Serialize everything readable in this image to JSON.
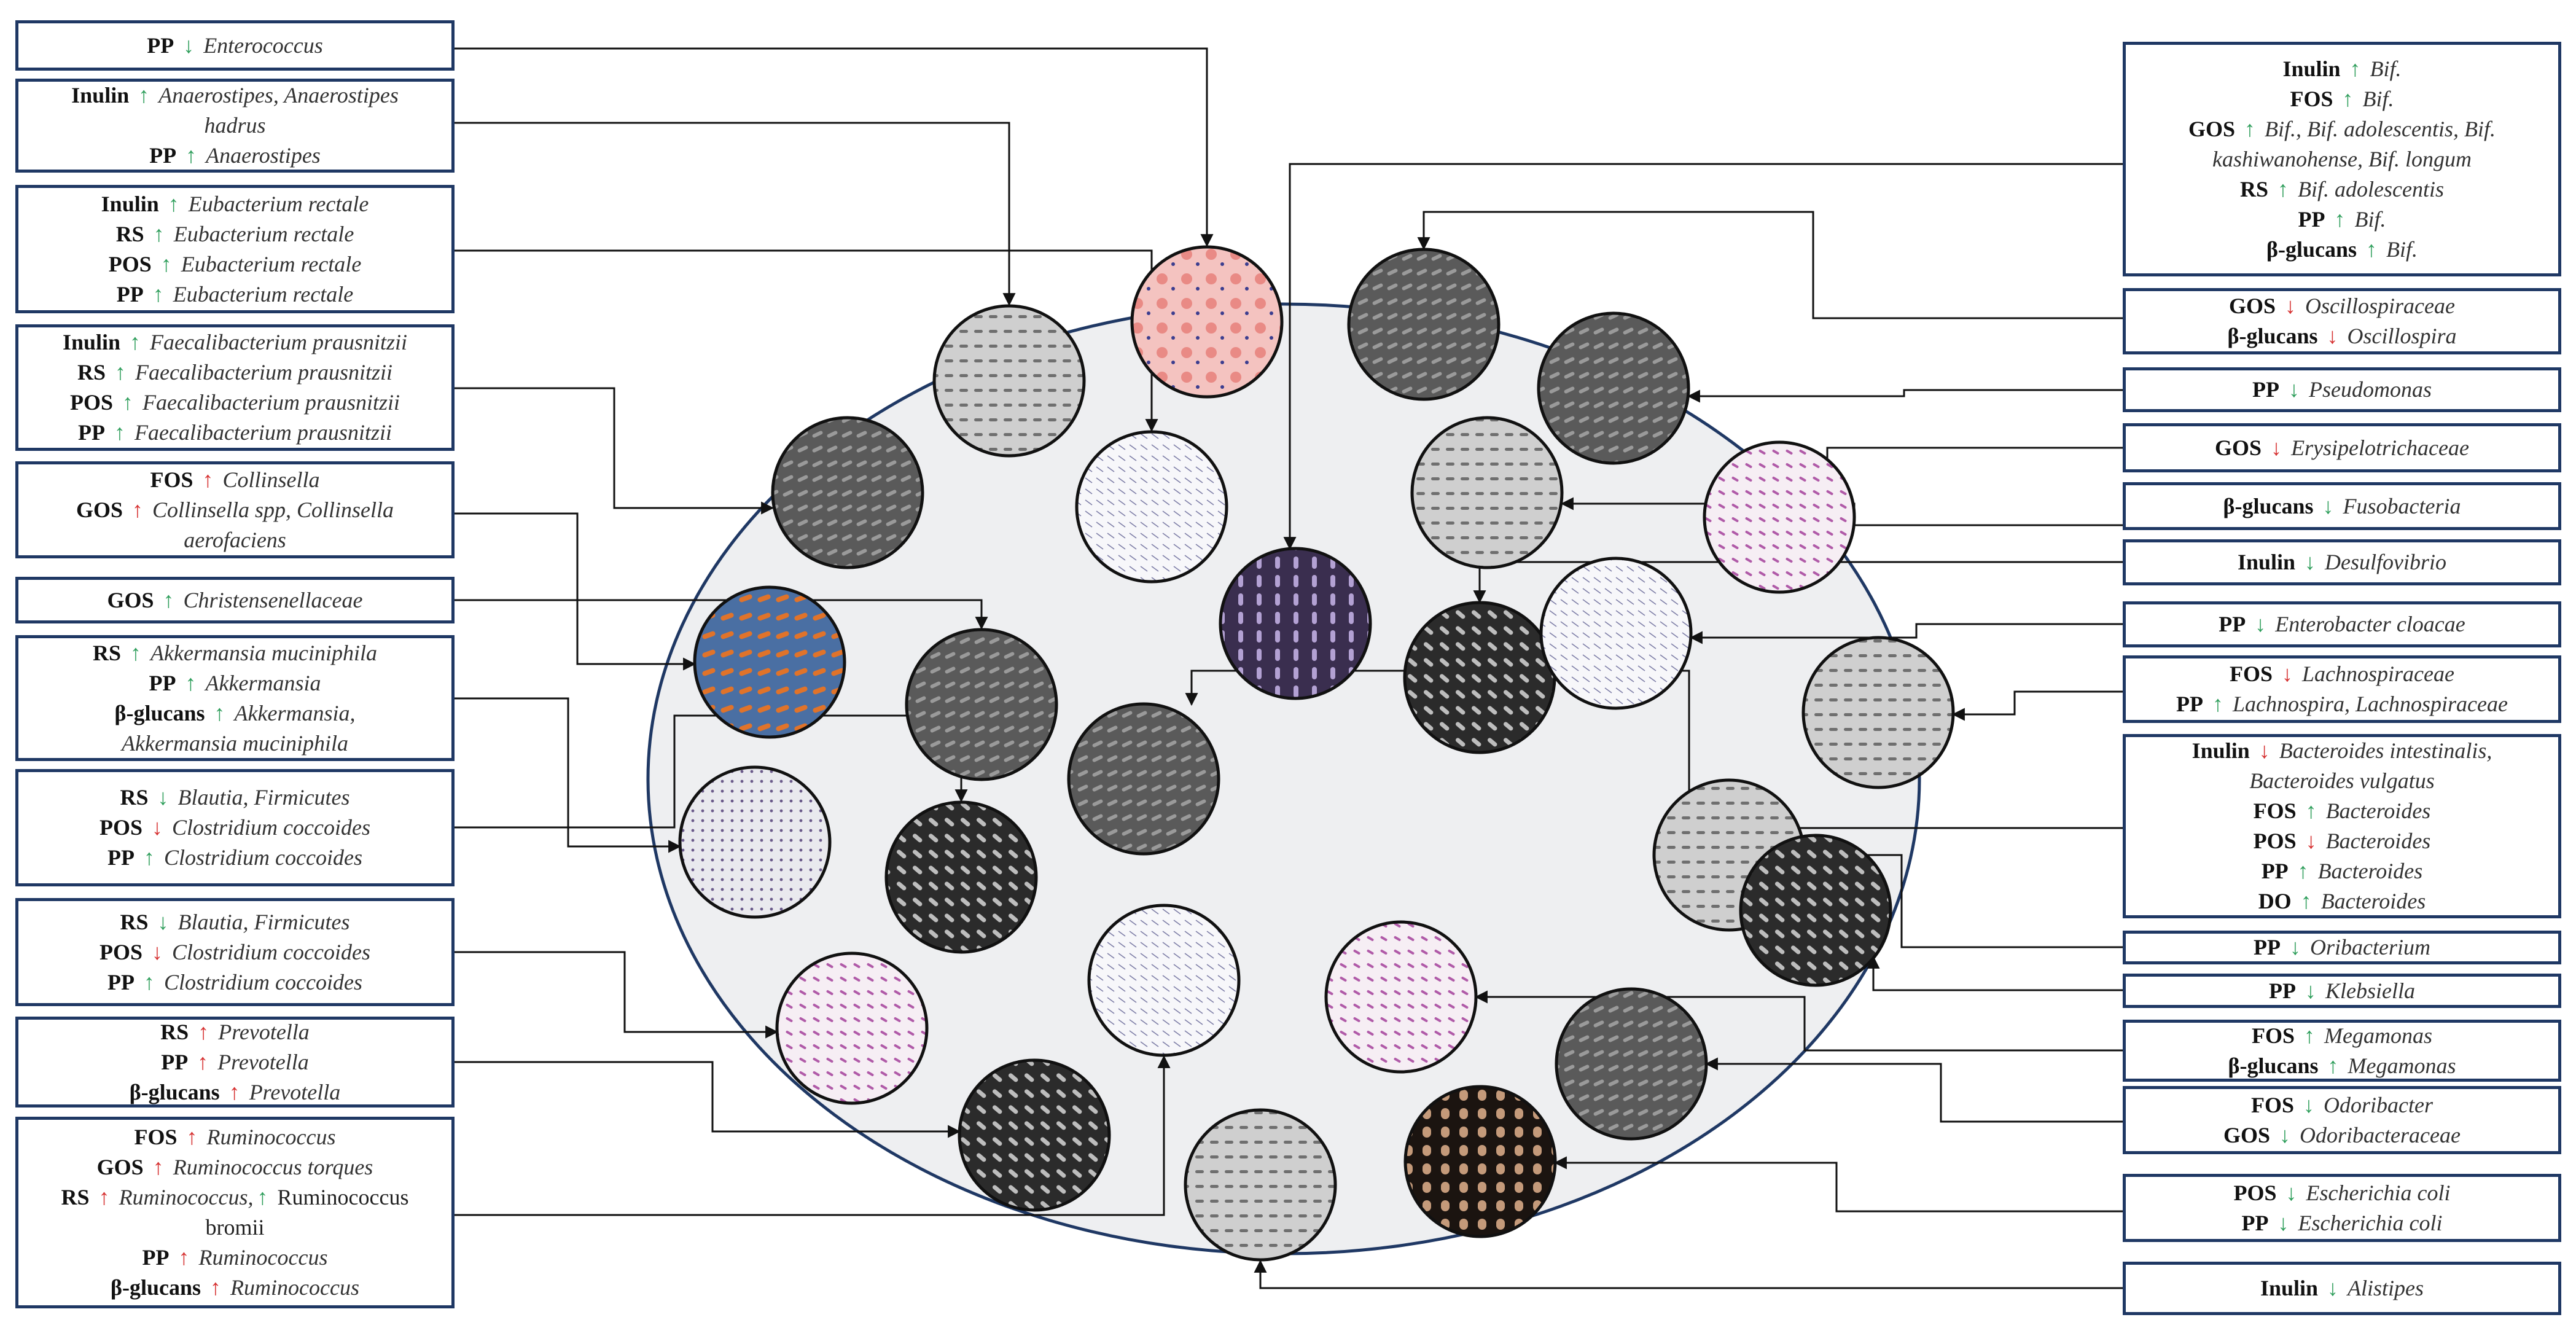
{
  "diagram": {
    "nodes": [
      {
        "id": "L1",
        "lines": [
          [
            {
              "b": "PP"
            },
            {
              "a": "down-green"
            },
            {
              "i": "Enterococcus"
            }
          ]
        ]
      },
      {
        "id": "L2",
        "lines": [
          [
            {
              "b": "Inulin"
            },
            {
              "a": "up-green"
            },
            {
              "i": "Anaerostipes, Anaerostipes"
            }
          ],
          [
            {
              "i": "hadrus"
            }
          ],
          [
            {
              "b": "PP"
            },
            {
              "a": "up-green"
            },
            {
              "i": "Anaerostipes"
            }
          ]
        ]
      },
      {
        "id": "L3",
        "lines": [
          [
            {
              "b": "Inulin"
            },
            {
              "a": "up-green"
            },
            {
              "i": "Eubacterium rectale"
            }
          ],
          [
            {
              "b": "RS"
            },
            {
              "a": "up-green"
            },
            {
              "i": "Eubacterium rectale"
            }
          ],
          [
            {
              "b": "POS"
            },
            {
              "a": "up-green"
            },
            {
              "i": "Eubacterium rectale"
            }
          ],
          [
            {
              "b": "PP"
            },
            {
              "a": "up-green"
            },
            {
              "i": "Eubacterium rectale"
            }
          ]
        ]
      },
      {
        "id": "L4",
        "lines": [
          [
            {
              "b": "Inulin"
            },
            {
              "a": "up-green"
            },
            {
              "i": "Faecalibacterium prausnitzii"
            }
          ],
          [
            {
              "b": "RS"
            },
            {
              "a": "up-green"
            },
            {
              "i": "Faecalibacterium prausnitzii"
            }
          ],
          [
            {
              "b": "POS"
            },
            {
              "a": "up-green"
            },
            {
              "i": "Faecalibacterium prausnitzii"
            }
          ],
          [
            {
              "b": "PP"
            },
            {
              "a": "up-green"
            },
            {
              "i": "Faecalibacterium prausnitzii"
            }
          ]
        ]
      },
      {
        "id": "L5",
        "lines": [
          [
            {
              "b": "FOS"
            },
            {
              "a": "up-red"
            },
            {
              "i": "Collinsella"
            }
          ],
          [
            {
              "b": "GOS"
            },
            {
              "a": "up-red"
            },
            {
              "i": "Collinsella spp, Collinsella"
            }
          ],
          [
            {
              "i": "aerofaciens"
            }
          ]
        ]
      },
      {
        "id": "L6",
        "lines": [
          [
            {
              "b": "GOS"
            },
            {
              "a": "up-green"
            },
            {
              "i": "Christensenellaceae"
            }
          ]
        ]
      },
      {
        "id": "L7",
        "lines": [
          [
            {
              "b": "RS"
            },
            {
              "a": "up-green"
            },
            {
              "i": "Akkermansia muciniphila"
            }
          ],
          [
            {
              "b": "PP"
            },
            {
              "a": "up-green"
            },
            {
              "i": "Akkermansia"
            }
          ],
          [
            {
              "b": "β-glucans"
            },
            {
              "a": "up-green"
            },
            {
              "i": "Akkermansia,"
            }
          ],
          [
            {
              "i": "Akkermansia muciniphila"
            }
          ]
        ]
      },
      {
        "id": "L8",
        "lines": [
          [
            {
              "b": "RS"
            },
            {
              "a": "down-green"
            },
            {
              "i": "Blautia, Firmicutes"
            }
          ],
          [
            {
              "b": "POS"
            },
            {
              "a": "down-red"
            },
            {
              "i": "Clostridium coccoides"
            }
          ],
          [
            {
              "b": "PP"
            },
            {
              "a": "up-green"
            },
            {
              "i": "Clostridium coccoides"
            }
          ]
        ]
      },
      {
        "id": "L9",
        "lines": [
          [
            {
              "b": "RS"
            },
            {
              "a": "down-green"
            },
            {
              "i": "Blautia, Firmicutes"
            }
          ],
          [
            {
              "b": "POS"
            },
            {
              "a": "down-red"
            },
            {
              "i": "Clostridium coccoides"
            }
          ],
          [
            {
              "b": "PP"
            },
            {
              "a": "up-green"
            },
            {
              "i": "Clostridium coccoides"
            }
          ]
        ]
      },
      {
        "id": "L10",
        "lines": [
          [
            {
              "b": "RS"
            },
            {
              "a": "up-red"
            },
            {
              "i": "Prevotella"
            }
          ],
          [
            {
              "b": "PP"
            },
            {
              "a": "up-red"
            },
            {
              "i": "Prevotella"
            }
          ],
          [
            {
              "b": "β-glucans"
            },
            {
              "a": "up-red"
            },
            {
              "i": "Prevotella"
            }
          ]
        ]
      },
      {
        "id": "L11",
        "lines": [
          [
            {
              "b": "FOS"
            },
            {
              "a": "up-red"
            },
            {
              "i": "Ruminococcus"
            }
          ],
          [
            {
              "b": "GOS"
            },
            {
              "a": "up-red"
            },
            {
              "i": "Ruminococcus torques"
            }
          ],
          [
            {
              "b": "RS"
            },
            {
              "a": "up-red"
            },
            {
              "i": "Ruminococcus,"
            },
            {
              "a": "up-green"
            },
            {
              "t": "Ruminococcus"
            }
          ],
          [
            {
              "t": "bromii"
            }
          ],
          [
            {
              "b": "PP"
            },
            {
              "a": "up-red"
            },
            {
              "i": "Ruminococcus"
            }
          ],
          [
            {
              "b": "β-glucans"
            },
            {
              "a": "up-red"
            },
            {
              "i": "Ruminococcus"
            }
          ]
        ]
      },
      {
        "id": "R1",
        "lines": [
          [
            {
              "b": "Inulin"
            },
            {
              "a": "up-green"
            },
            {
              "i": "Bif."
            }
          ],
          [
            {
              "b": "FOS"
            },
            {
              "a": "up-green"
            },
            {
              "i": "Bif."
            }
          ],
          [
            {
              "b": "GOS"
            },
            {
              "a": "up-green"
            },
            {
              "i": "Bif., Bif.  adolescentis, Bif."
            }
          ],
          [
            {
              "i": "kashiwanohense, Bif.  longum"
            }
          ],
          [
            {
              "b": "RS"
            },
            {
              "a": "up-green"
            },
            {
              "i": "Bif.  adolescentis"
            }
          ],
          [
            {
              "b": "PP"
            },
            {
              "a": "up-green"
            },
            {
              "i": "Bif."
            }
          ],
          [
            {
              "b": "β-glucans"
            },
            {
              "a": "up-green"
            },
            {
              "i": "Bif."
            }
          ]
        ]
      },
      {
        "id": "R2",
        "lines": [
          [
            {
              "b": "GOS"
            },
            {
              "a": "down-red"
            },
            {
              "i": "Oscillospiraceae"
            }
          ],
          [
            {
              "b": "β-glucans"
            },
            {
              "a": "down-red"
            },
            {
              "i": "Oscillospira"
            }
          ]
        ]
      },
      {
        "id": "R3",
        "lines": [
          [
            {
              "b": "PP"
            },
            {
              "a": "down-green"
            },
            {
              "i": "Pseudomonas"
            }
          ]
        ]
      },
      {
        "id": "R4",
        "lines": [
          [
            {
              "b": "GOS"
            },
            {
              "a": "down-red"
            },
            {
              "i": "Erysipelotrichaceae"
            }
          ]
        ]
      },
      {
        "id": "R5",
        "lines": [
          [
            {
              "b": "β-glucans"
            },
            {
              "a": "down-green"
            },
            {
              "i": "Fusobacteria"
            }
          ]
        ]
      },
      {
        "id": "R6",
        "lines": [
          [
            {
              "b": "Inulin"
            },
            {
              "a": "down-green"
            },
            {
              "i": "Desulfovibrio"
            }
          ]
        ]
      },
      {
        "id": "R7",
        "lines": [
          [
            {
              "b": "PP"
            },
            {
              "a": "down-green"
            },
            {
              "i": "Enterobacter cloacae"
            }
          ]
        ]
      },
      {
        "id": "R8",
        "lines": [
          [
            {
              "b": "FOS"
            },
            {
              "a": "down-red"
            },
            {
              "i": "Lachnospiraceae"
            }
          ],
          [
            {
              "b": "PP"
            },
            {
              "a": "up-green"
            },
            {
              "i": "Lachnospira, Lachnospiraceae"
            }
          ]
        ]
      },
      {
        "id": "R9",
        "lines": [
          [
            {
              "b": "Inulin"
            },
            {
              "a": "down-red"
            },
            {
              "i": "Bacteroides intestinalis,"
            }
          ],
          [
            {
              "i": "Bacteroides vulgatus"
            }
          ],
          [
            {
              "b": "FOS"
            },
            {
              "a": "up-green"
            },
            {
              "i": "Bacteroides"
            }
          ],
          [
            {
              "b": "POS"
            },
            {
              "a": "down-red"
            },
            {
              "i": "Bacteroides"
            }
          ],
          [
            {
              "b": "PP"
            },
            {
              "a": "up-green"
            },
            {
              "i": "Bacteroides"
            }
          ],
          [
            {
              "b": "DO"
            },
            {
              "a": "up-green"
            },
            {
              "i": "Bacteroides"
            }
          ]
        ]
      },
      {
        "id": "R10",
        "lines": [
          [
            {
              "b": "PP"
            },
            {
              "a": "down-green"
            },
            {
              "i": "Oribacterium"
            }
          ]
        ]
      },
      {
        "id": "R11",
        "lines": [
          [
            {
              "b": "PP"
            },
            {
              "a": "down-green"
            },
            {
              "i": "Klebsiella"
            }
          ]
        ]
      },
      {
        "id": "R12",
        "lines": [
          [
            {
              "b": "FOS"
            },
            {
              "a": "up-green"
            },
            {
              "i": "Megamonas"
            }
          ],
          [
            {
              "b": "β-glucans"
            },
            {
              "a": "up-green"
            },
            {
              "i": "Megamonas"
            }
          ]
        ]
      },
      {
        "id": "R13",
        "lines": [
          [
            {
              "b": "FOS"
            },
            {
              "a": "down-green"
            },
            {
              "i": "Odoribacter"
            }
          ],
          [
            {
              "b": "GOS"
            },
            {
              "a": "down-green"
            },
            {
              "i": "Odoribacteraceae"
            }
          ]
        ]
      },
      {
        "id": "R14",
        "lines": [
          [
            {
              "b": "POS"
            },
            {
              "a": "down-green"
            },
            {
              "i": "Escherichia coli"
            }
          ],
          [
            {
              "b": "PP"
            },
            {
              "a": "down-green"
            },
            {
              "i": "Escherichia coli"
            }
          ]
        ]
      },
      {
        "id": "R15",
        "lines": [
          [
            {
              "b": "Inulin"
            },
            {
              "a": "down-green"
            },
            {
              "i": "Alistipes"
            }
          ]
        ]
      }
    ],
    "edges": [
      {
        "from": "L1",
        "to": "C1"
      },
      {
        "from": "L2",
        "to": "C2"
      },
      {
        "from": "L3",
        "to": "C3"
      },
      {
        "from": "L4",
        "to": "C4"
      },
      {
        "from": "L5",
        "to": "C5"
      },
      {
        "from": "L6",
        "to": "C6"
      },
      {
        "from": "L7",
        "to": "C7"
      },
      {
        "from": "L8",
        "to": "C8"
      },
      {
        "from": "L9",
        "to": "C9"
      },
      {
        "from": "L10",
        "to": "C10"
      },
      {
        "from": "L11",
        "to": "C11"
      },
      {
        "from": "R1",
        "to": "C12"
      },
      {
        "from": "R2",
        "to": "C13"
      },
      {
        "from": "R3",
        "to": "C14"
      },
      {
        "from": "R4",
        "to": "C15"
      },
      {
        "from": "R5",
        "to": "C16"
      },
      {
        "from": "R6",
        "to": "C17"
      },
      {
        "from": "R7",
        "to": "C18"
      },
      {
        "from": "R8",
        "to": "C19"
      },
      {
        "from": "R9",
        "to": "C20"
      },
      {
        "from": "R10",
        "to": "C21"
      },
      {
        "from": "R11",
        "to": "C22"
      },
      {
        "from": "R12",
        "to": "C23"
      },
      {
        "from": "R13",
        "to": "C24"
      },
      {
        "from": "R14",
        "to": "C25"
      },
      {
        "from": "R15",
        "to": "C26"
      }
    ],
    "colors": {
      "box_border": "#1f3864",
      "increase_green": "#2e9e5b",
      "increase_red": "#d63030",
      "connector": "#111111",
      "oval_fill": "#eeeff1"
    },
    "arrow_glyphs": {
      "up-green": "↑",
      "down-green": "↓",
      "up-red": "↑",
      "down-red": "↓"
    }
  }
}
